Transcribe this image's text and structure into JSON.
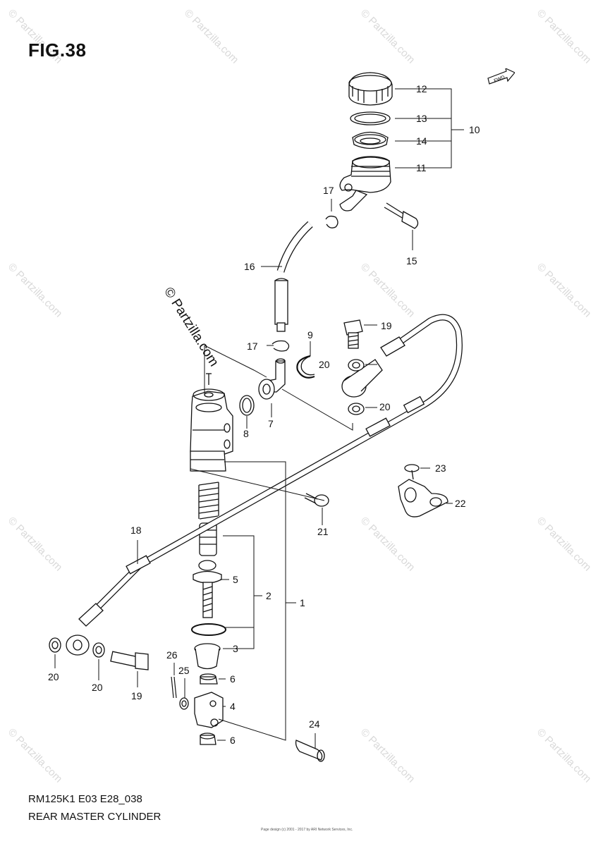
{
  "figure_title": "FIG.38",
  "diagram_code": "RM125K1 E03 E28_038",
  "diagram_name": "REAR MASTER CYLINDER",
  "watermark": "© Partzilla.com",
  "copyright": "Page design (c) 2001 - 2017 by ARI Network Services, Inc.",
  "direction_label": "FWD",
  "part_labels": {
    "p1": "1",
    "p2": "2",
    "p3": "3",
    "p4": "4",
    "p5": "5",
    "p6a": "6",
    "p6b": "6",
    "p7": "7",
    "p8": "8",
    "p9": "9",
    "p10": "10",
    "p11": "11",
    "p12": "12",
    "p13": "13",
    "p14": "14",
    "p15": "15",
    "p16": "16",
    "p17a": "17",
    "p17b": "17",
    "p18": "18",
    "p19a": "19",
    "p19b": "19",
    "p20a": "20",
    "p20b": "20",
    "p20c": "20",
    "p20d": "20",
    "p21": "21",
    "p22": "22",
    "p23": "23",
    "p24": "24",
    "p25": "25",
    "p26": "26"
  },
  "colors": {
    "line": "#111111",
    "watermark": "#d9d9d9"
  }
}
